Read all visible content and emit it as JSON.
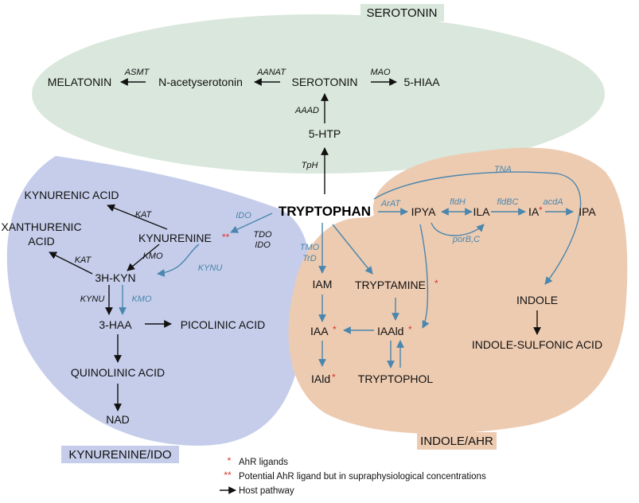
{
  "colors": {
    "serotonin_region": "#d9e7dc",
    "kynurenine_region": "#c5cdea",
    "indole_region": "#edcbb1",
    "host_arrow": "#111111",
    "bacterial_arrow": "#4a86ad",
    "star": "#d9342b"
  },
  "regions": {
    "serotonin": "SEROTONIN",
    "kynurenine": "KYNURENINE/IDO",
    "indole": "INDOLE/AHR"
  },
  "nodes": {
    "tryptophan": "TRYPTOPHAN",
    "melatonin": "MELATONIN",
    "n_acetylserotonin": "N-acetyserotonin",
    "serotonin": "SEROTONIN",
    "hiaa": "5-HIAA",
    "htp": "5-HTP",
    "kynurenic_acid": "KYNURENIC ACID",
    "xanthurenic_1": "XANTHURENIC",
    "xanthurenic_2": "ACID",
    "kynurenine": "KYNURENINE",
    "kyn3h": "3H-KYN",
    "haa3": "3-HAA",
    "picolinic": "PICOLINIC ACID",
    "quinolinic": "QUINOLINIC ACID",
    "nad": "NAD",
    "ipya": "IPYA",
    "ila": "ILA",
    "ia": "IA",
    "ipa": "IPA",
    "iam": "IAM",
    "tryptamine": "TRYPTAMINE",
    "iaa": "IAA",
    "iaald": "IAAld",
    "iald": "IAld",
    "tryptophol": "TRYPTOPHOL",
    "indole": "INDOLE",
    "indole_sulfonic": "INDOLE-SULFONIC ACID"
  },
  "stars": {
    "single": "*",
    "double": "**"
  },
  "enzymes": {
    "asmt": "ASMT",
    "aanat": "AANAT",
    "mao": "MAO",
    "aaad": "AAAD",
    "tph": "TpH",
    "kat1": "KAT",
    "kat2": "KAT",
    "ido_blue": "IDO",
    "tdo": "TDO",
    "ido_black": "IDO",
    "kmo": "KMO",
    "kynu_blue": "KYNU",
    "kynu": "KYNU",
    "kmo_blue": "KMO",
    "tna": "TNA",
    "arat": "ArAT",
    "fldh": "fldH",
    "fldbc": "fldBC",
    "acda": "acdA",
    "porbc": "porB,C",
    "tmo": "TMO",
    "trd": "TrD"
  },
  "legend": {
    "single_star": "*",
    "single_text": "AhR ligands",
    "double_star": "**",
    "double_text": "Potential AhR ligand but in supraphysiological concentrations",
    "host_text": "Host pathway"
  }
}
